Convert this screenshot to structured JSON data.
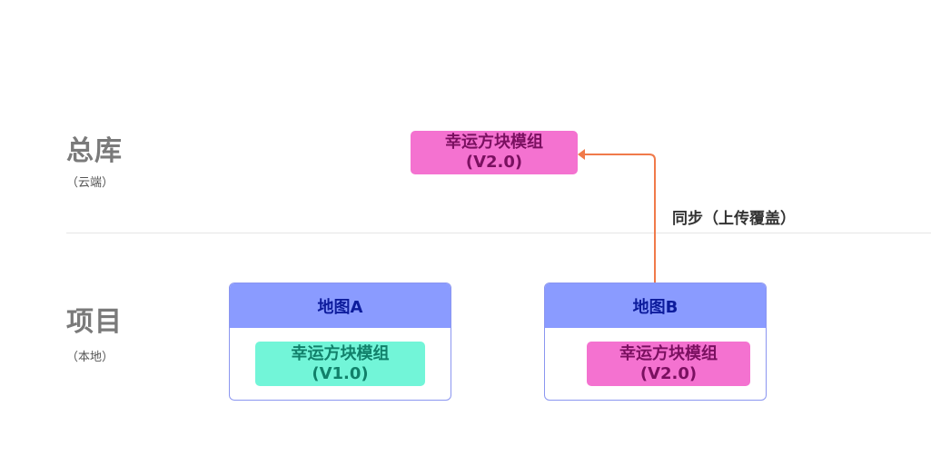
{
  "cloud": {
    "title": "总库",
    "subtitle": "（云端）",
    "module": {
      "name": "幸运方块模组",
      "version": "(V2.0)"
    }
  },
  "local": {
    "title": "项目",
    "subtitle": "（本地）",
    "maps": [
      {
        "name": "地图A",
        "module": {
          "name": "幸运方块模组",
          "version": "(V1.0)"
        }
      },
      {
        "name": "地图B",
        "module": {
          "name": "幸运方块模组",
          "version": "(V2.0)"
        }
      }
    ]
  },
  "sync": {
    "label": "同步（上传覆盖）"
  },
  "colors": {
    "pink_module": "#f472d0",
    "teal_module": "#72f5d8",
    "map_header": "#8a9bff",
    "arrow": "#f07a4a"
  },
  "icons": {
    "arrow": "arrowhead-left-icon"
  }
}
